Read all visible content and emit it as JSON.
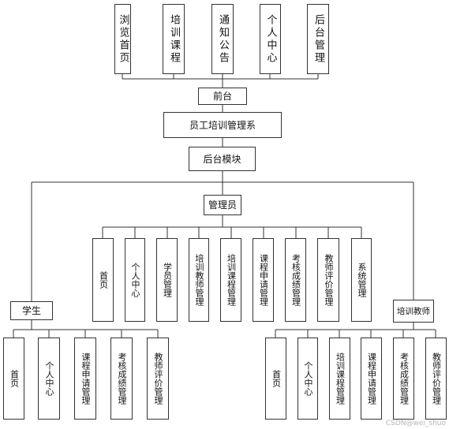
{
  "frontend": {
    "label": "前台",
    "pages": [
      "浏览首页",
      "培训课程",
      "通知公告",
      "个人中心",
      "后台管理"
    ]
  },
  "system_label": "员工培训管理系",
  "backend_label": "后台模块",
  "admin": {
    "label": "管理员",
    "functions": [
      "首页",
      "个人中心",
      "学员管理",
      "培训教师管理",
      "培训课程管理",
      "课程申请管理",
      "考核成绩管理",
      "教师评价管理",
      "系统管理"
    ]
  },
  "student": {
    "label": "学生",
    "functions": [
      "首页",
      "个人中心",
      "课程申请管理",
      "考核成绩管理",
      "教师评价管理"
    ]
  },
  "teacher": {
    "label": "培训教师",
    "functions": [
      "首页",
      "个人中心",
      "培训课程管理",
      "课程申请管理",
      "考核成绩管理",
      "教师评价管理"
    ]
  },
  "watermark": "CSDN@wei_shuo"
}
